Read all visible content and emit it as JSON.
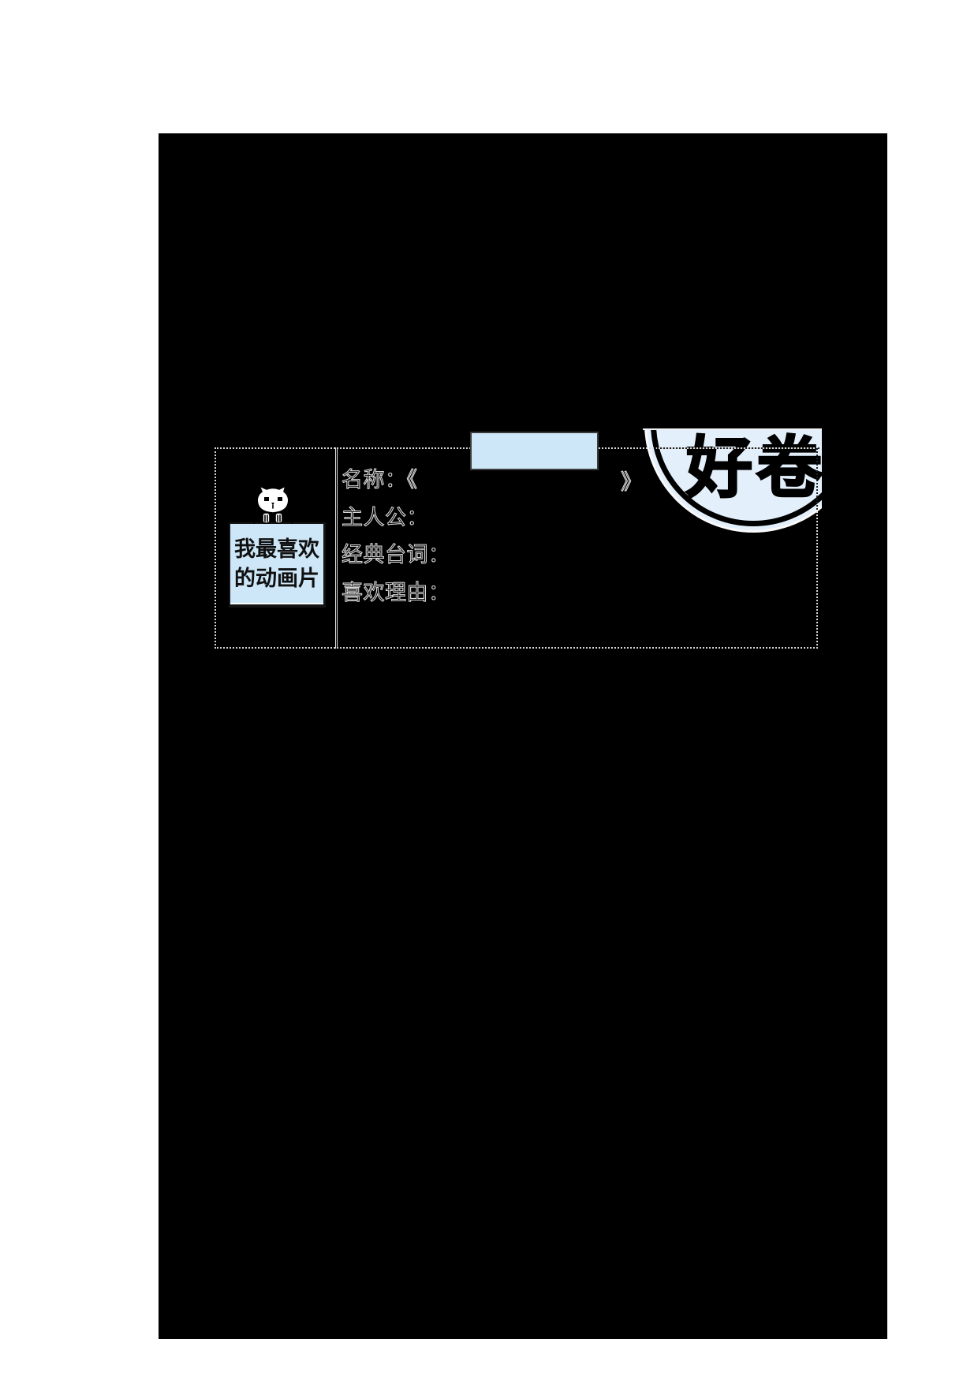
{
  "colors": {
    "page_background": "#ffffff",
    "scan_background": "#000000",
    "panel_blue": "#cde7f8",
    "stamp_blue": "#e3f0fb",
    "dotted_border": "#d6d6d6",
    "ink": "#000000"
  },
  "worksheet": {
    "topic": {
      "line1": "我最喜欢",
      "line2": "的动画片"
    },
    "fields": [
      {
        "label": "名称：《",
        "close": "》"
      },
      {
        "label": "主人公："
      },
      {
        "label": "经典台词："
      },
      {
        "label": "喜欢理由："
      }
    ],
    "stamp": {
      "char1": "好",
      "char2": "卷"
    }
  }
}
